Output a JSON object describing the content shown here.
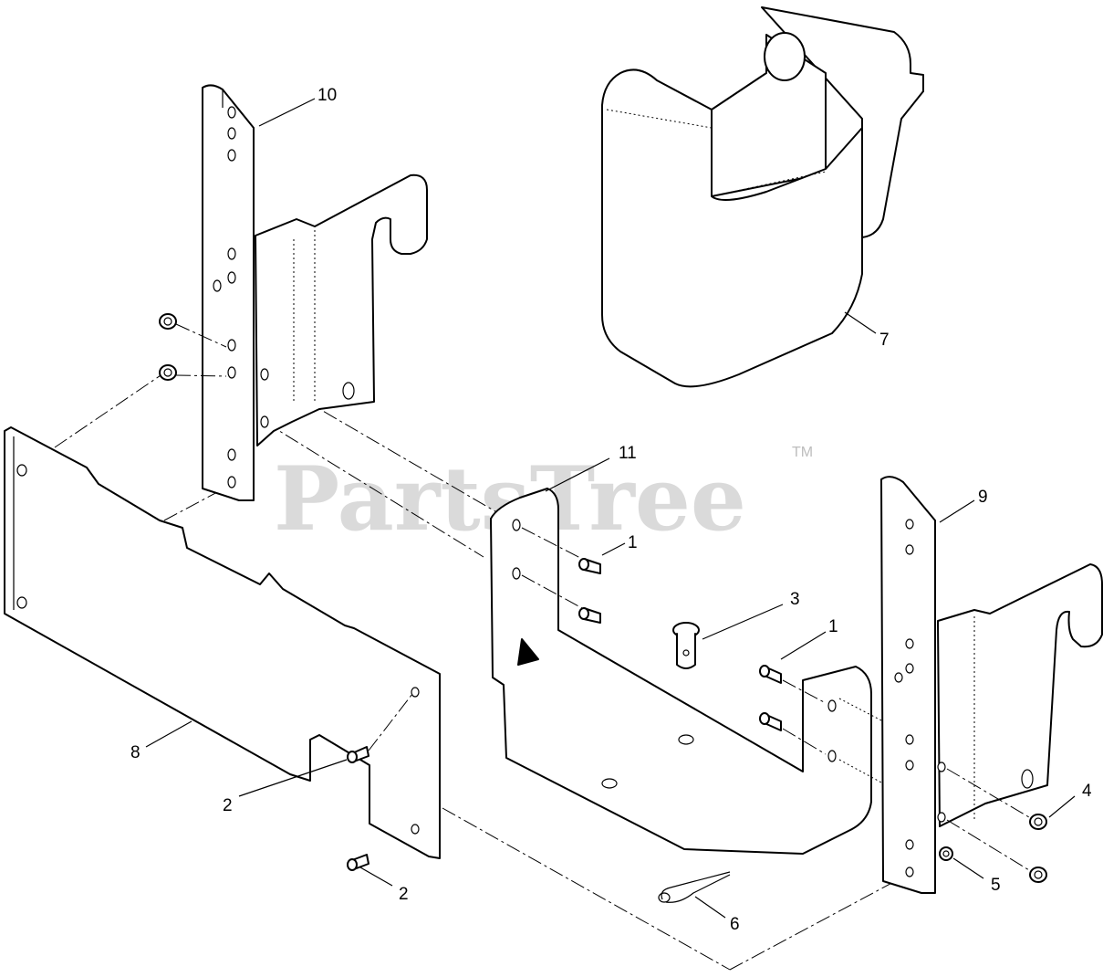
{
  "watermark": {
    "text": "PartsTree",
    "trademark": "TM",
    "color": "#bdbdbd"
  },
  "callouts": [
    {
      "id": "callout-10",
      "label": "10"
    },
    {
      "id": "callout-7",
      "label": "7"
    },
    {
      "id": "callout-11",
      "label": "11"
    },
    {
      "id": "callout-9",
      "label": "9"
    },
    {
      "id": "callout-1a",
      "label": "1"
    },
    {
      "id": "callout-3",
      "label": "3"
    },
    {
      "id": "callout-1b",
      "label": "1"
    },
    {
      "id": "callout-8",
      "label": "8"
    },
    {
      "id": "callout-2a",
      "label": "2"
    },
    {
      "id": "callout-2b",
      "label": "2"
    },
    {
      "id": "callout-4",
      "label": "4"
    },
    {
      "id": "callout-5",
      "label": "5"
    },
    {
      "id": "callout-6",
      "label": "6"
    }
  ]
}
